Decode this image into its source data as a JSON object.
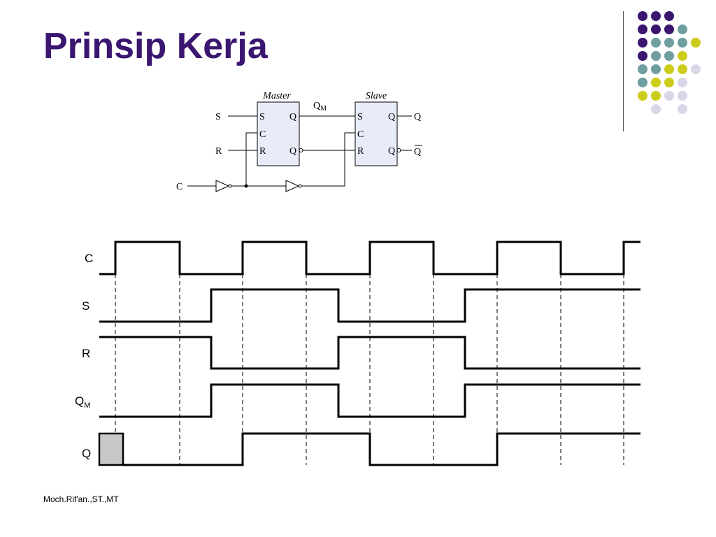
{
  "slide": {
    "title": "Prinsip Kerja",
    "footer": "Moch.Rif'an.,ST.,MT"
  },
  "colors": {
    "title": "#3a1670",
    "purple": "#3a1670",
    "teal": "#6e9e9e",
    "yellow": "#cccc1a",
    "lavender": "#d7d7e8",
    "ff_fill": "#e8ecf8",
    "uncertain_fill": "#c8c8c8"
  },
  "decoration": {
    "dot_grid": [
      [
        "purple",
        "purple",
        "purple",
        "",
        ""
      ],
      [
        "purple",
        "purple",
        "purple",
        "teal",
        ""
      ],
      [
        "purple",
        "teal",
        "teal",
        "teal",
        "yellow"
      ],
      [
        "purple",
        "teal",
        "teal",
        "yellow",
        ""
      ],
      [
        "teal",
        "teal",
        "yellow",
        "yellow",
        "lavender"
      ],
      [
        "teal",
        "yellow",
        "yellow",
        "lavender",
        ""
      ],
      [
        "yellow",
        "yellow",
        "lavender",
        "lavender",
        ""
      ],
      [
        "",
        "lavender",
        "",
        "lavender",
        ""
      ]
    ]
  },
  "circuit": {
    "master_label": "Master",
    "slave_label": "Slave",
    "input_s": "S",
    "input_r": "R",
    "input_c": "C",
    "qm_main": "Q",
    "qm_sub": "M",
    "out_q": "Q",
    "out_qbar": "Q",
    "pin_s": "S",
    "pin_c": "C",
    "pin_r": "R",
    "pin_q": "Q",
    "pin_qn": "Q"
  },
  "timing": {
    "signals": [
      {
        "name": "C",
        "sub": ""
      },
      {
        "name": "S",
        "sub": ""
      },
      {
        "name": "R",
        "sub": ""
      },
      {
        "name": "Q",
        "sub": "M"
      },
      {
        "name": "Q",
        "sub": ""
      }
    ]
  }
}
